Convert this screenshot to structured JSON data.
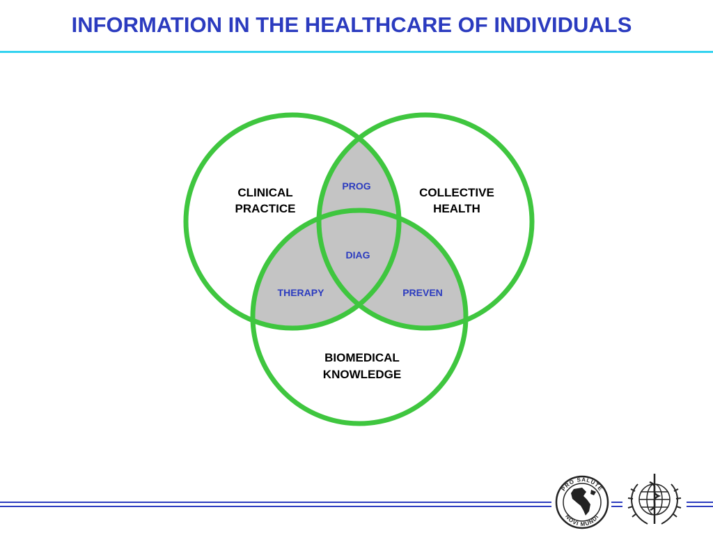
{
  "slide": {
    "title": "INFORMATION IN THE HEALTHCARE OF INDIVIDUALS"
  },
  "venn": {
    "circles": {
      "clinical_line1": "CLINICAL",
      "clinical_line2": "PRACTICE",
      "collective_line1": "COLLECTIVE",
      "collective_line2": "HEALTH",
      "biomedical_line1": "BIOMEDICAL",
      "biomedical_line2": "KNOWLEDGE"
    },
    "intersections": {
      "top": "PROG",
      "center": "DIAG",
      "left": "THERAPY",
      "right": "PREVEN"
    },
    "colors": {
      "ring": "#3fc63f",
      "overlap_fill": "#c4c4c4",
      "label_dark": "#000000",
      "label_blue": "#2b3bbf"
    }
  },
  "footer": {
    "logo_paho_top": "PRO SALUTE",
    "logo_paho_bottom": "NOVI MUNDI",
    "line_color": "#2b3bbf"
  }
}
